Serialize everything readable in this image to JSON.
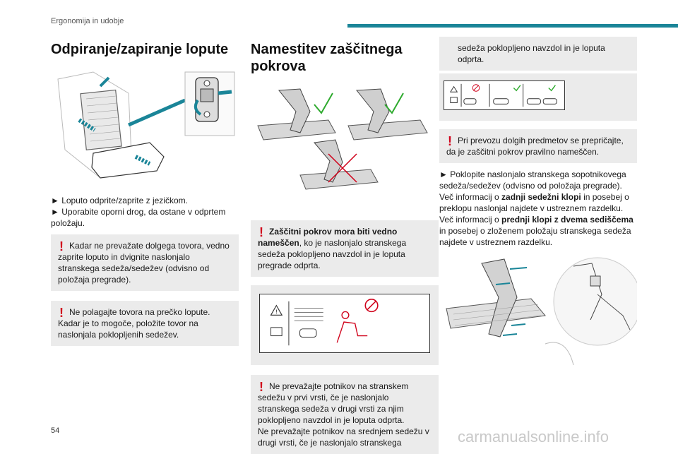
{
  "header": {
    "section": "Ergonomija in udobje"
  },
  "page_number": "54",
  "watermark": "carmanualsonline.info",
  "col1": {
    "title": "Odpiranje/zapiranje lopute",
    "step1": "► Loputo odprite/zaprite z jezičkom.",
    "step2": "► Uporabite oporni drog, da ostane v odprtem položaju.",
    "warn1": "Kadar ne prevažate dolgega tovora, vedno zaprite loputo in dvignite naslonjalo stranskega sedeža/sedežev (odvisno od položaja pregrade).",
    "warn2": "Ne polagajte tovora na prečko lopute. Kadar je to mogoče, položite tovor na naslonjala poklopljenih sedežev."
  },
  "col2": {
    "title": "Namestitev zaščitnega pokrova",
    "warn1_bold": "Zaščitni pokrov mora biti vedno nameščen",
    "warn1_rest": ", ko je naslonjalo stranskega sedeža poklopljeno navzdol in je loputa pregrade odprta.",
    "warn2": "Ne prevažajte potnikov na stranskem sedežu v prvi vrsti, če je naslonjalo stranskega sedeža v drugi vrsti za njim poklopljeno navzdol in je loputa odprta.",
    "warn2b": "Ne prevažajte potnikov na srednjem sedežu v drugi vrsti, če je naslonjalo stranskega"
  },
  "col3": {
    "cont": "sedeža poklopljeno navzdol in je loputa odprta.",
    "warn": "Pri prevozu dolgih predmetov se prepričajte, da je zaščitni pokrov pravilno nameščen.",
    "p1": "► Poklopite naslonjalo stranskega sopotnikovega sedeža/sedežev (odvisno od položaja pregrade).",
    "p2_a": "Več informacij o ",
    "p2_b": "zadnji sedežni klopi",
    "p2_c": " in posebej o preklopu naslonjal najdete v ustreznem razdelku.",
    "p3_a": "Več informacij o ",
    "p3_b": "prednji klopi z dvema sediščema",
    "p3_c": " in posebej o zloženem položaju stranskega sedeža najdete v ustreznem razdelku."
  },
  "colors": {
    "accent": "#1a8598",
    "warning": "#d0021b",
    "check": "#2eaa2e"
  }
}
